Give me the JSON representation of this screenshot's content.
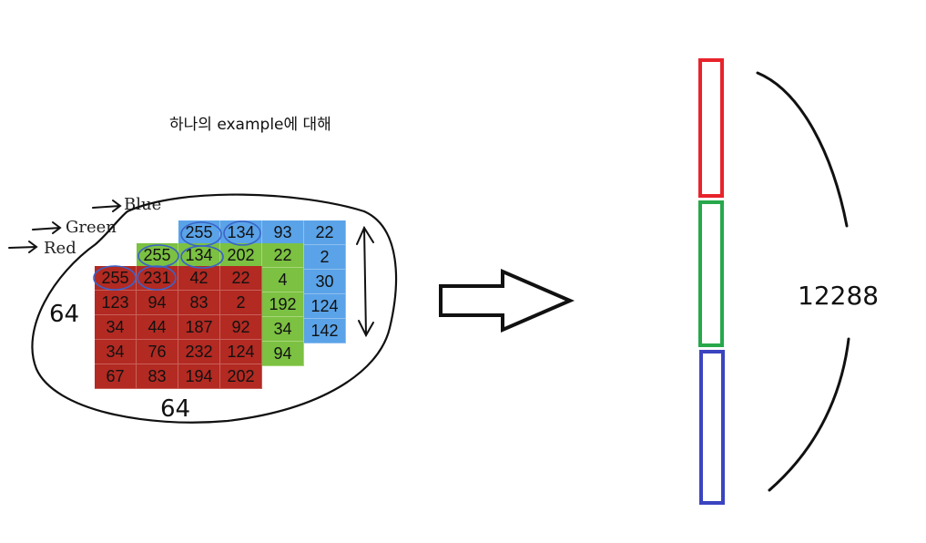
{
  "caption": "하나의 example에 대해",
  "layers": {
    "blue_label": "Blue",
    "green_label": "Green",
    "red_label": "Red"
  },
  "grids": {
    "blue": [
      "255",
      "134",
      "93",
      "22",
      "",
      "",
      "22",
      "2",
      "",
      "",
      "4",
      "30",
      "",
      "",
      "192",
      "124",
      "",
      "",
      "34",
      "142"
    ],
    "green": [
      "255",
      "134",
      "202",
      "22",
      "",
      "",
      "",
      "4",
      "",
      "",
      "",
      "192",
      "",
      "",
      "",
      "34",
      "",
      "",
      "",
      "94"
    ],
    "red": [
      "255",
      "231",
      "42",
      "22",
      "123",
      "94",
      "83",
      "2",
      "34",
      "44",
      "187",
      "92",
      "34",
      "76",
      "232",
      "124",
      "67",
      "83",
      "194",
      "202"
    ]
  },
  "dimensions": {
    "height": "64",
    "width": "64"
  },
  "vector": {
    "length": "12288",
    "colors": {
      "red": "#e8232b",
      "green": "#27a84a",
      "blue": "#3b44c0"
    }
  }
}
